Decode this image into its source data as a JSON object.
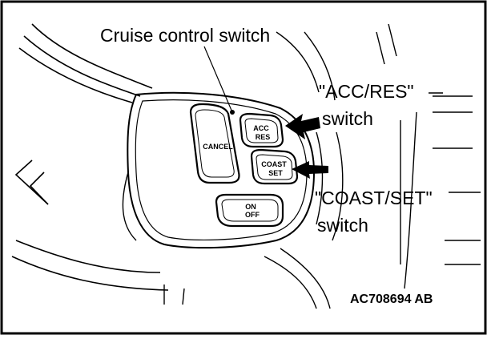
{
  "callouts": {
    "cruise_control_switch": "Cruise control switch",
    "acc_res_line1": "\"ACC/RES\"",
    "acc_res_line2": "switch",
    "coast_set_line1": "\"COAST/SET\"",
    "coast_set_line2": "switch"
  },
  "buttons": {
    "cancel": "CANCEL",
    "acc": "ACC",
    "res": "RES",
    "coast": "COAST",
    "set": "SET",
    "on": "ON",
    "off": "OFF"
  },
  "reference_code": "AC708694 AB",
  "colors": {
    "ink": "#000000",
    "paper": "#ffffff"
  }
}
